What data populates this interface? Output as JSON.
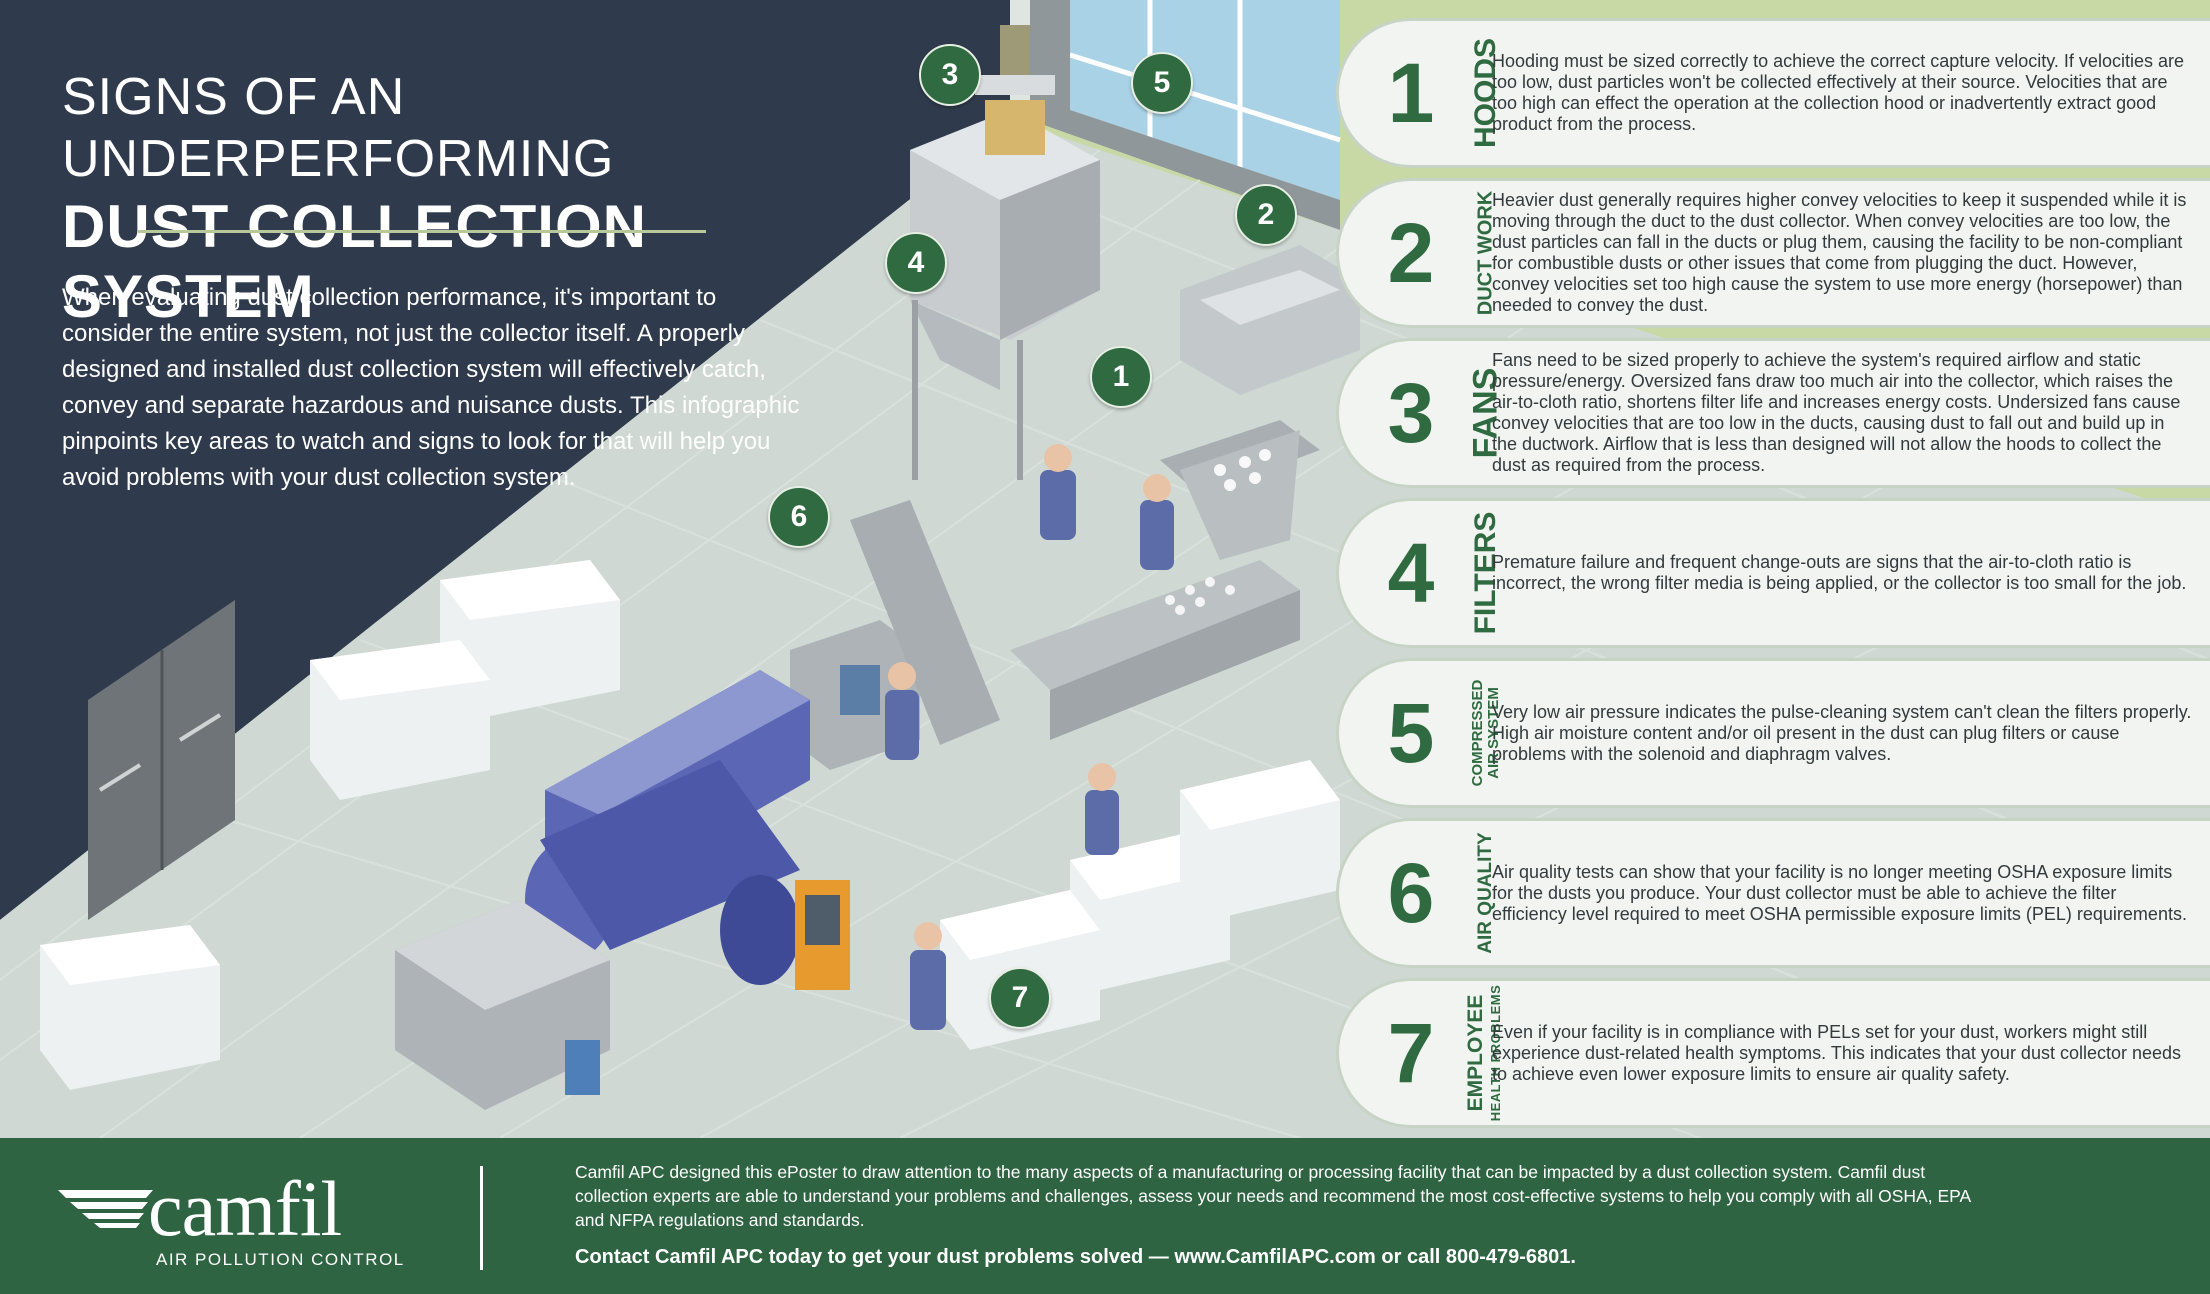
{
  "title": {
    "line1": "SIGNS OF AN UNDERPERFORMING",
    "line2": "DUST COLLECTION SYSTEM"
  },
  "intro": "When evaluating dust collection performance, it's important to consider the entire system, not just the collector itself. A properly designed and installed dust collection system will effectively catch, convey and separate hazardous and nuisance dusts. This infographic pinpoints key areas to watch and signs to look for that will help you avoid problems with your dust collection system.",
  "markers": [
    "1",
    "2",
    "3",
    "4",
    "5",
    "6",
    "7"
  ],
  "items": [
    {
      "number": "1",
      "label": "HOODS",
      "label_sub": "",
      "description": "Hooding must be sized correctly to achieve the correct capture velocity. If velocities are too low, dust particles won't be collected effectively at their source. Velocities that are too high can effect the operation at the collection hood or inadvertently extract good product from the process."
    },
    {
      "number": "2",
      "label": "DUCT WORK",
      "label_sub": "",
      "description": "Heavier dust generally requires higher convey velocities to keep it suspended while it is moving through the duct to the dust collector. When convey velocities are too low, the dust particles can fall in the ducts or plug them, causing the facility to be non-compliant for combustible dusts or other issues that come from plugging the duct. However, convey velocities set too high cause the system to use more energy (horsepower) than needed to convey the dust."
    },
    {
      "number": "3",
      "label": "FANS",
      "label_sub": "",
      "description": "Fans need to be sized properly to achieve the system's required airflow and static pressure/energy. Oversized fans draw too much air into the collector, which raises the air-to-cloth ratio, shortens filter life and increases energy costs. Undersized fans cause convey velocities that are too low in the ducts, causing dust to fall out and build up in the ductwork. Airflow that is less than designed will not allow the hoods to collect the dust as required from the process."
    },
    {
      "number": "4",
      "label": "FILTERS",
      "label_sub": "",
      "description": "Premature failure and frequent change-outs are signs that the air-to-cloth ratio is incorrect, the wrong filter media is being applied, or the collector is too small for the job."
    },
    {
      "number": "5",
      "label": "COMPRESSED",
      "label_sub": "AIR SYSTEM",
      "description": "Very low air pressure indicates the pulse-cleaning system can't clean the filters properly. High air moisture content and/or oil present in the dust can plug filters or cause problems with the solenoid and diaphragm valves."
    },
    {
      "number": "6",
      "label": "AIR QUALITY",
      "label_sub": "",
      "description": "Air quality tests can show that your facility is no longer meeting OSHA exposure limits for the dusts you produce. Your dust collector must be able to achieve the filter efficiency level required to meet OSHA permissible exposure limits (PEL) requirements."
    },
    {
      "number": "7",
      "label": "EMPLOYEE",
      "label_sub": "HEALTH PROBLEMS",
      "description": "Even if your facility is in compliance with PELs set for your dust, workers might still experience dust-related health symptoms. This indicates that your dust collector needs to achieve even lower exposure limits to ensure air quality safety."
    }
  ],
  "footer": {
    "logo_word": "camfil",
    "logo_sub": "AIR POLLUTION CONTROL",
    "text": "Camfil APC designed this ePoster to draw attention to the many aspects of a manufacturing or processing facility that can be impacted by a dust collection system. Camfil dust collection experts are able to understand your problems and challenges, assess your needs and recommend the most cost-effective systems to help you comply with all OSHA, EPA and NFPA regulations and standards.",
    "contact": "Contact Camfil APC today to get your dust problems solved — www.CamfilAPC.com or call 800-479-6801."
  },
  "colors": {
    "navy": "#2f3b4c",
    "brand_green": "#2e6441",
    "accent_green": "#b7c99b",
    "floor": "#cfd8d3"
  }
}
